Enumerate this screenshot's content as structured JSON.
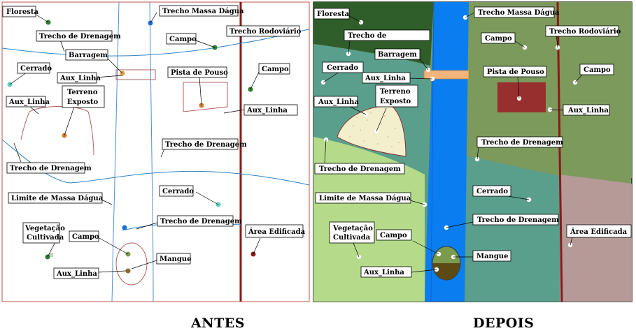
{
  "captions": {
    "before": "ANTES",
    "after": "DEPOIS"
  },
  "labels": {
    "floresta": "Floresta",
    "trecho_massa_dagua": "Trecho Massa Dágua",
    "trecho_de_drenagem": "Trecho de Drenagem",
    "trecho_de": "Trecho de",
    "campo": "Campo",
    "trecho_rodoviario": "Trecho Rodoviário",
    "barragem": "Barragem",
    "cerrado": "Cerrado",
    "aux_linha": "Aux_Linha",
    "pista_de_pouso": "Pista de Pouso",
    "terreno": "Terreno",
    "exposto": "Exposto",
    "limite_massa_dagua": "Limite de Massa Dágua",
    "vegetacao": "Vegetação",
    "cultivada": "Cultivada",
    "area_edificada": "Área Edificada",
    "mangue": "Mangue"
  },
  "colors": {
    "floresta": "#2f5e2a",
    "campo": "#7c9a5c",
    "cerrado": "#5a9e8c",
    "vegetacao_cultivada": "#b5db8a",
    "massa_dagua": "#0a7ef0",
    "area_edificada": "#b59a98",
    "pista_de_pouso": "#972f2f",
    "barragem": "#f2b47a",
    "terreno_exposto": "#f3eecc",
    "road": "#8a1a1a",
    "drainage": "#2f83c8"
  }
}
